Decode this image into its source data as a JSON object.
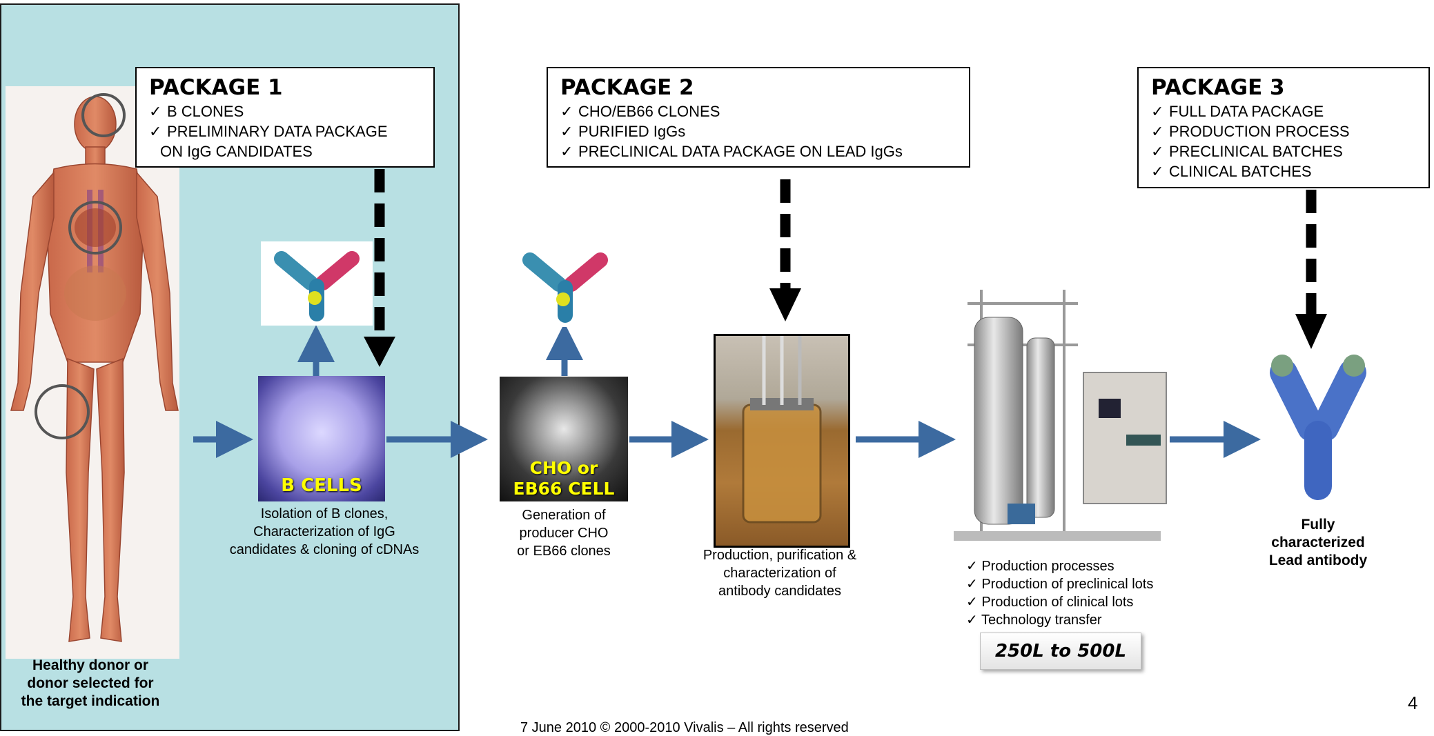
{
  "colors": {
    "panel": "#b8e0e3",
    "arrow": "#3c6aa0",
    "cell_label": "#ffff00"
  },
  "packages": [
    {
      "title": "PACKAGE 1",
      "items": [
        "B CLONES",
        "PRELIMINARY DATA PACKAGE",
        "ON IgG CANDIDATES"
      ]
    },
    {
      "title": "PACKAGE 2",
      "items": [
        "CHO/EB66 CLONES",
        "PURIFIED IgGs",
        "PRECLINICAL DATA PACKAGE ON LEAD IgGs"
      ]
    },
    {
      "title": "PACKAGE 3",
      "items": [
        "FULL DATA PACKAGE",
        "PRODUCTION PROCESS",
        "PRECLINICAL  BATCHES",
        "CLINICAL BATCHES"
      ]
    }
  ],
  "checkmark": "✓",
  "donor_caption": [
    "Healthy donor or",
    "donor selected for",
    "the target indication"
  ],
  "bcells": {
    "label": "B CELLS",
    "caption": [
      "Isolation of B clones,",
      "Characterization of IgG",
      "candidates & cloning of cDNAs"
    ]
  },
  "cho": {
    "label": [
      "CHO or",
      "EB66 CELL"
    ],
    "caption": [
      "Generation of",
      "producer CHO",
      "or EB66 clones"
    ]
  },
  "production": {
    "caption": [
      "Production, purification &",
      "characterization of",
      "antibody candidates"
    ]
  },
  "bioreactor": {
    "items": [
      "Production processes",
      "Production of preclinical lots",
      "Production of clinical lots",
      "Technology transfer"
    ],
    "scale": "250L to 500L"
  },
  "lead": {
    "caption": [
      "Fully",
      "characterized",
      "Lead antibody"
    ]
  },
  "footer": "7 June 2010 © 2000-2010 Vivalis – All  rights  reserved",
  "page_number": "4",
  "icons": [
    "human-body-icon",
    "antibody-icon",
    "b-cell-icon",
    "cho-cell-icon",
    "bioreactor-flask-icon",
    "industrial-bioreactor-icon",
    "lead-antibody-icon"
  ]
}
